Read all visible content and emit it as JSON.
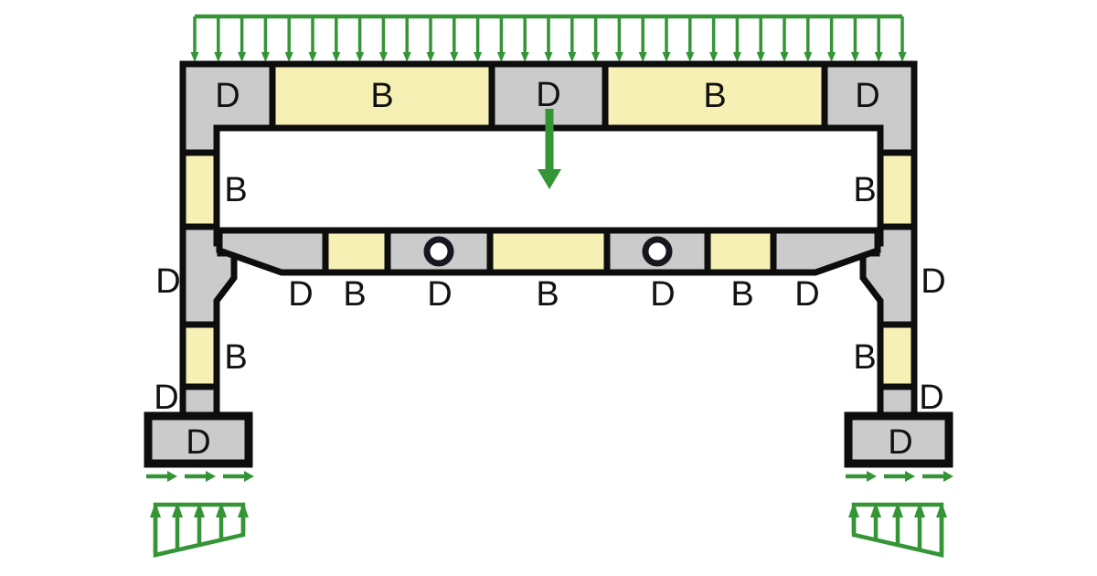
{
  "diagram": {
    "type": "structural-frame-b-and-d-regions",
    "regions": {
      "top_beam": [
        "D",
        "B",
        "D",
        "B",
        "D"
      ],
      "left_column": [
        "B",
        "D",
        "B",
        "D"
      ],
      "left_footing": "D",
      "right_column": [
        "B",
        "D",
        "B",
        "D"
      ],
      "right_footing": "D",
      "middle_beam": [
        "D",
        "B",
        "D",
        "B",
        "D",
        "B",
        "D"
      ]
    },
    "loads": {
      "top_uniform_load": {
        "direction": "down",
        "arrow_count": 31
      },
      "midspan_point_load": {
        "direction": "down"
      },
      "left_footing_horizontal_arrows": {
        "direction": "right",
        "arrow_count": 3
      },
      "right_footing_horizontal_arrows": {
        "direction": "right",
        "arrow_count": 3
      },
      "left_soil_pressure": {
        "shape": "trapezoid",
        "direction": "up",
        "arrow_count": 5,
        "taller_side": "outer-left"
      },
      "right_soil_pressure": {
        "shape": "trapezoid",
        "direction": "up",
        "arrow_count": 5,
        "taller_side": "outer-right"
      }
    },
    "colors": {
      "load_green": "#349436",
      "b_region_fill": "#f6f0b5",
      "d_region_fill": "#cbcbcb",
      "outline": "#0d0d0d",
      "hole_ring": "#17171f",
      "background": "#ffffff"
    }
  }
}
